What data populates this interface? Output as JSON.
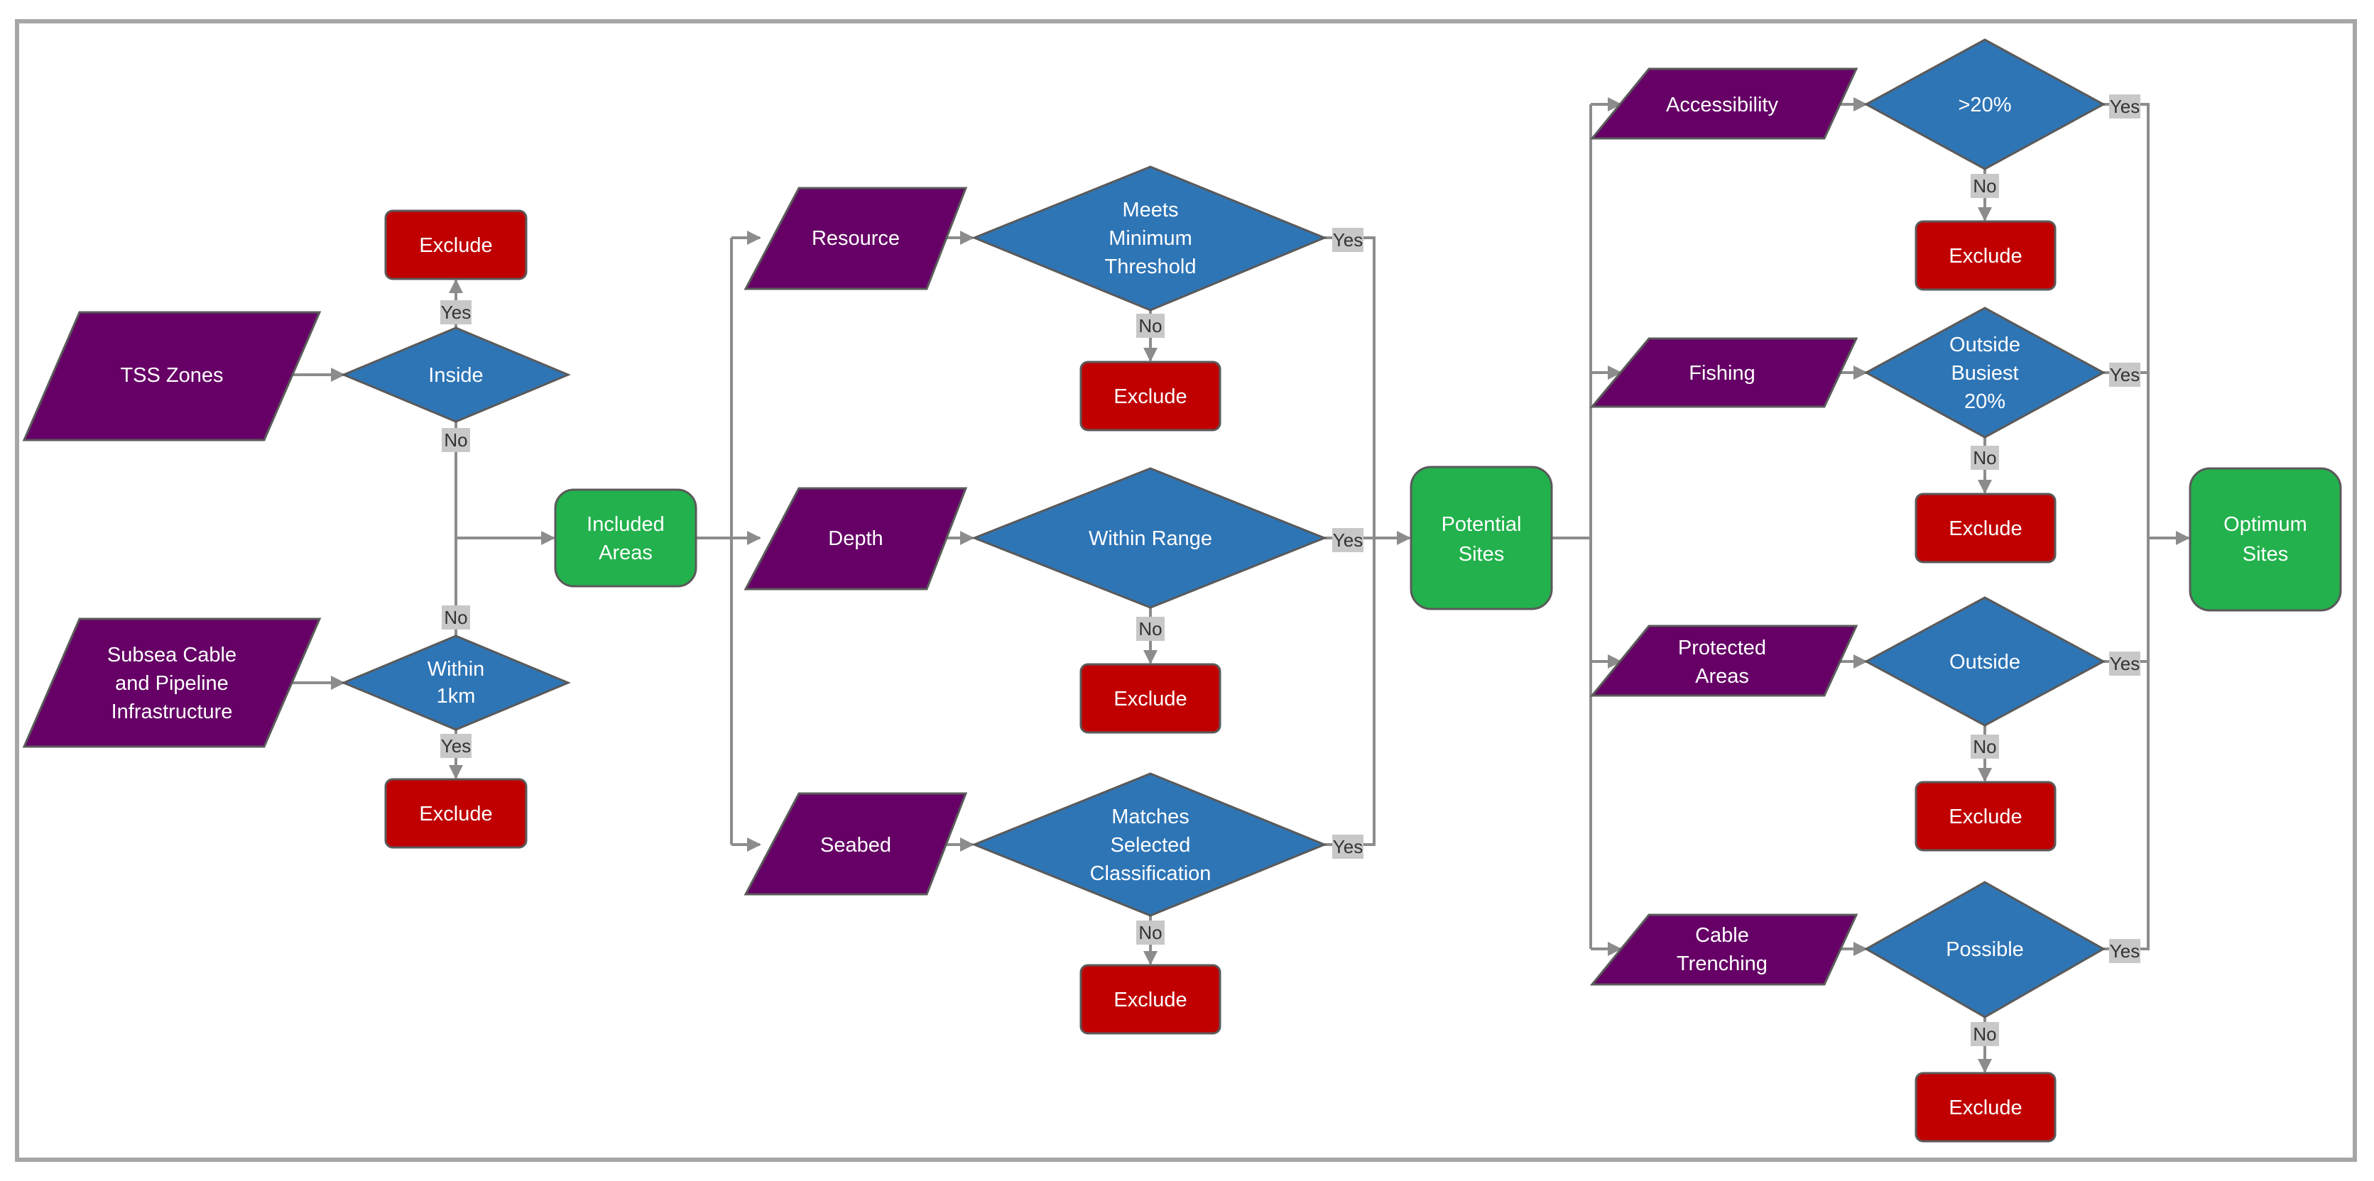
{
  "colors": {
    "data_input": "#660066",
    "decision": "#2e75b6",
    "exclude": "#c00000",
    "terminal": "#22b14c",
    "connector": "#8c8c8c",
    "badge": "#c8c8c8"
  },
  "nodes": {
    "tss_zones": "TSS Zones",
    "subsea": [
      "Subsea Cable",
      "and Pipeline",
      "Infrastructure"
    ],
    "inside": "Inside",
    "within_1km": [
      "Within",
      "1km"
    ],
    "exclude_tss": "Exclude",
    "exclude_subsea": "Exclude",
    "included_areas": [
      "Included",
      "Areas"
    ],
    "resource": "Resource",
    "depth": "Depth",
    "seabed": "Seabed",
    "meets_minimum_threshold": [
      "Meets",
      "Minimum",
      "Threshold"
    ],
    "within_range": "Within Range",
    "matches_selected_classification": [
      "Matches",
      "Selected",
      "Classification"
    ],
    "exclude_resource": "Exclude",
    "exclude_depth": "Exclude",
    "exclude_seabed": "Exclude",
    "potential_sites": [
      "Potential",
      "Sites"
    ],
    "accessibility": "Accessibility",
    "fishing": "Fishing",
    "protected_areas": [
      "Protected",
      "Areas"
    ],
    "cable_trenching": [
      "Cable",
      "Trenching"
    ],
    "over_20_percent": ">20%",
    "outside_busiest_20": [
      "Outside",
      "Busiest",
      "20%"
    ],
    "outside": "Outside",
    "possible": "Possible",
    "exclude_accessibility": "Exclude",
    "exclude_fishing": "Exclude",
    "exclude_protected": "Exclude",
    "exclude_trenching": "Exclude",
    "optimum_sites": [
      "Optimum",
      "Sites"
    ]
  },
  "edge_labels": {
    "inside_yes": "Yes",
    "inside_no": "No",
    "within_1km_no": "No",
    "within_1km_yes": "Yes",
    "threshold_yes": "Yes",
    "threshold_no": "No",
    "range_yes": "Yes",
    "range_no": "No",
    "classification_yes": "Yes",
    "classification_no": "No",
    "over_20_yes": "Yes",
    "over_20_no": "No",
    "busiest_yes": "Yes",
    "busiest_no": "No",
    "outside_yes": "Yes",
    "outside_no": "No",
    "possible_yes": "Yes",
    "possible_no": "No"
  }
}
